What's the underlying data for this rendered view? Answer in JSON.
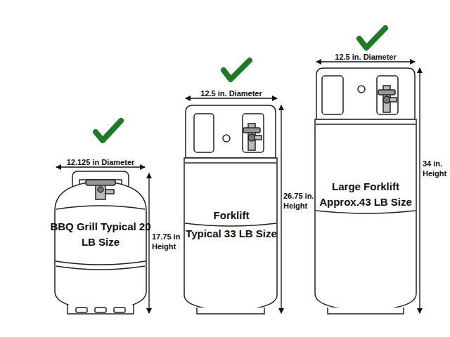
{
  "diagram": {
    "nodes": [
      {
        "text": [
          "BBQ Grill Typical 20 LB Size"
        ]
      },
      {
        "text": [
          "Forklift",
          "Typical 33 LB Size"
        ]
      },
      {
        "text": [
          "Large Forklift Approx.43 LB Size"
        ]
      }
    ],
    "labels": [
      "12.125 in Diameter",
      "17.75 in Height",
      "12.5 in. Diameter",
      "26.75 in. Height",
      "12.5 in. Diameter",
      "34 in. Height"
    ]
  }
}
